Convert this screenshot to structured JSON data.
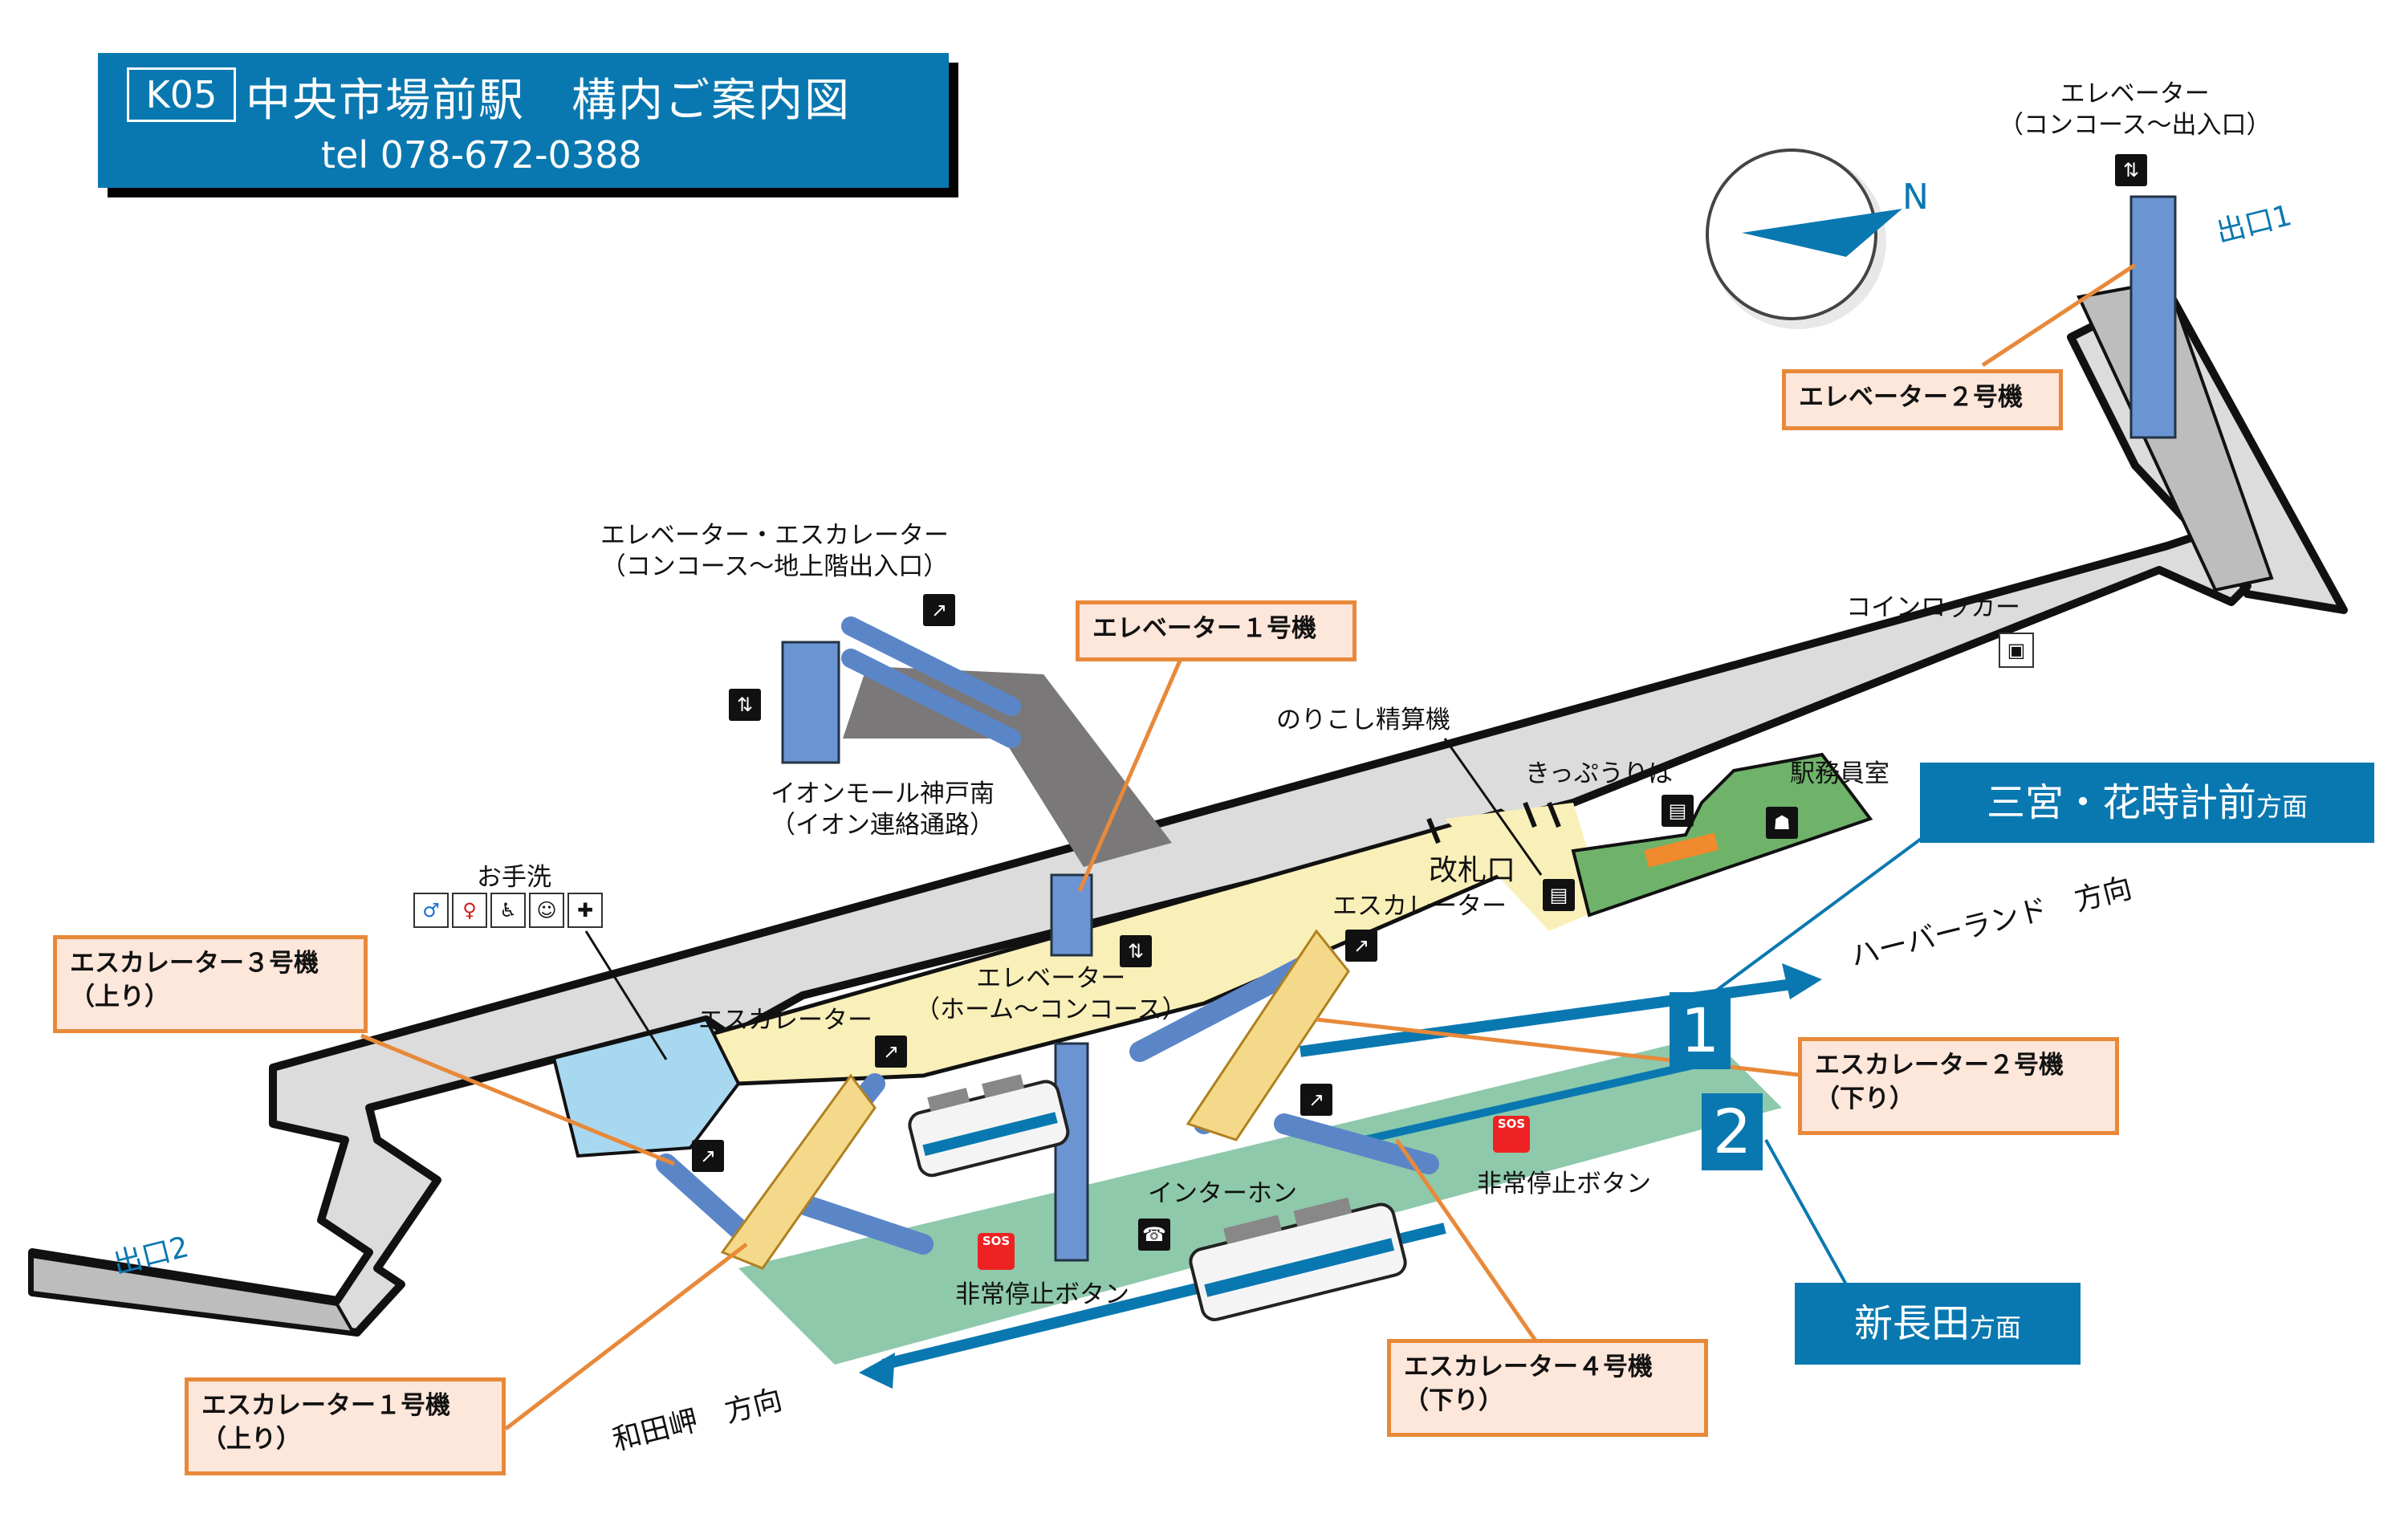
{
  "title": {
    "code": "K05",
    "name": "中央市場前駅　構内ご案内図",
    "tel": "tel 078-672-0388"
  },
  "compass": {
    "label": "N"
  },
  "labels": {
    "elevator_top": "エレベーター",
    "elevator_top_sub": "（コンコース～出入口）",
    "exit1": "出口1",
    "exit2": "出口2",
    "elev_esc": "エレベーター・エスカレーター",
    "elev_esc_sub": "（コンコース～地上階出入口）",
    "aeon": "イオンモール神戸南",
    "aeon_sub": "（イオン連絡通路）",
    "coin_locker": "コインロッカー",
    "fare_adjust": "のりこし精算機",
    "ticket": "きっぷうりば",
    "station_office": "駅務員室",
    "gate": "改札口",
    "toilet": "お手洗",
    "escalator_left": "エスカレーター",
    "escalator_right": "エスカレーター",
    "elevator_mid": "エレベーター",
    "elevator_mid_sub": "（ホーム～コンコース）",
    "intercom": "インターホン",
    "emergency_left": "非常停止ボタン",
    "emergency_right": "非常停止ボタン",
    "harborland": "ハーバーランド　方向",
    "wadamisaki": "和田岬　方向",
    "sos": "SOS"
  },
  "callouts": {
    "elevator2": "エレベーター２号機",
    "elevator1": "エレベーター１号機",
    "escalator3": "エスカレーター３号機",
    "escalator3_sub": "（上り）",
    "escalator2": "エスカレーター２号機",
    "escalator2_sub": "（下り）",
    "escalator1": "エスカレーター１号機",
    "escalator1_sub": "（上り）",
    "escalator4": "エスカレーター４号機",
    "escalator4_sub": "（下り）"
  },
  "directions": {
    "sannomiya": "三宮・花時計前",
    "sannomiya_suffix": "方面",
    "shinnagata": "新長田",
    "shinnagata_suffix": "方面"
  },
  "platforms": {
    "p1": "1",
    "p2": "2"
  },
  "icons": {
    "elevator": "elevator-icon",
    "escalator": "escalator-icon",
    "locker": "locker-icon",
    "ticket": "ticket-machine-icon",
    "staff": "station-staff-icon",
    "intercom": "intercom-icon",
    "emergency": "sos-button-icon",
    "toilets": [
      "men-toilet-icon",
      "women-toilet-icon",
      "accessible-toilet-icon",
      "baby-changing-icon",
      "ostomate-icon"
    ]
  },
  "colors": {
    "brand_blue": "#0a78b0",
    "platform_green": "#8ec9ab",
    "concourse_yellow": "#f9efb8",
    "office_green": "#6fb36a",
    "callout_bg": "#fde6da",
    "callout_border": "#e8893a",
    "toilet_blue": "#a8d8f0",
    "passage_grey": "#7a7878"
  }
}
